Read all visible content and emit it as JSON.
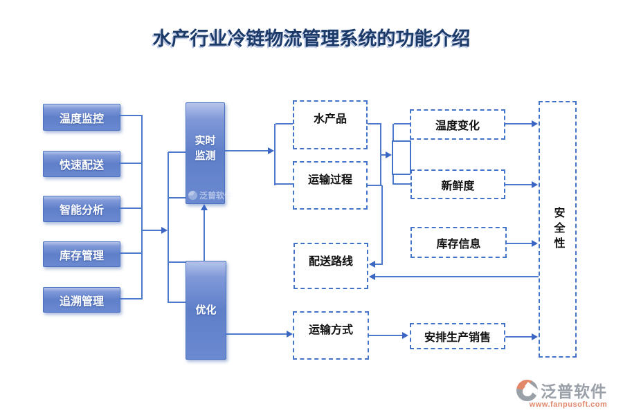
{
  "title": "水产行业冷链物流管理系统的功能介绍",
  "left_panel": {
    "items": [
      {
        "label": "温度监控"
      },
      {
        "label": "快速配送"
      },
      {
        "label": "智能分析"
      },
      {
        "label": "库存管理"
      },
      {
        "label": "追溯管理"
      }
    ]
  },
  "process": {
    "realtime_monitor": "实时监测",
    "optimize": "优化"
  },
  "nodes": {
    "aquatic_product": "水产品",
    "transport_process": "运输过程",
    "delivery_route": "配送路线",
    "transport_mode": "运输方式",
    "temperature_change": "温度变化",
    "freshness": "新鲜度",
    "inventory_info": "库存信息",
    "arrange_production_sales": "安排生产销售",
    "safety": "安全性"
  },
  "edges": [
    {
      "from": "温度监控/快速配送/智能分析/库存管理/追溯管理",
      "to": "实时监测/优化"
    },
    {
      "from": "优化",
      "to": "实时监测"
    },
    {
      "from": "实时监测",
      "to": "水产品/运输过程"
    },
    {
      "from": "水产品/运输过程",
      "to": "温度变化/新鲜度"
    },
    {
      "from": "运输过程",
      "to": "配送路线"
    },
    {
      "from": "温度变化",
      "to": "安全性"
    },
    {
      "from": "新鲜度",
      "to": "安全性"
    },
    {
      "from": "库存信息",
      "to": "安全性"
    },
    {
      "from": "安全性",
      "to": "配送路线"
    },
    {
      "from": "优化",
      "to": "运输方式"
    },
    {
      "from": "运输方式",
      "to": "安排生产销售"
    },
    {
      "from": "安排生产销售",
      "to": "安全性"
    }
  ],
  "watermark": {
    "box_text": "泛普软件"
  },
  "branding": {
    "name": "泛普软件",
    "url": "www.fanpusoft.com"
  },
  "colors": {
    "accent": "#4273c8",
    "line": "#4d79cc",
    "box_fill": "#6282cb",
    "title": "#1b3a68",
    "brand_gray": "#9aa0a8",
    "brand_orange": "#e0876b"
  }
}
